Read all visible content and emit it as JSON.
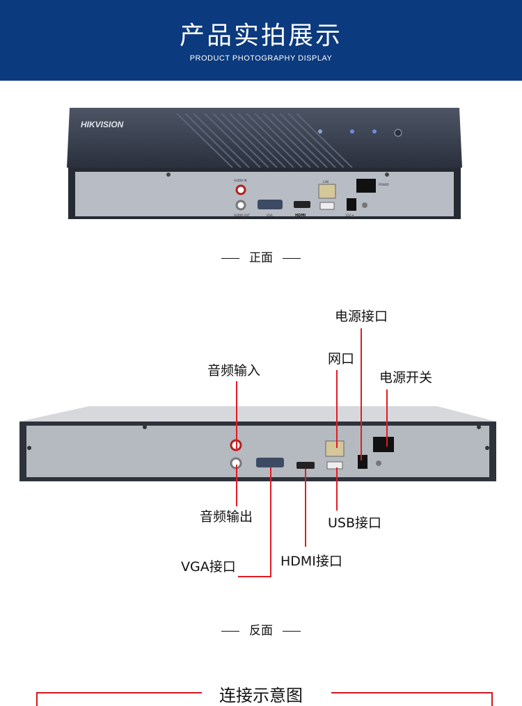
{
  "header": {
    "title": "产品实拍展示",
    "subtitle": "PRODUCT PHOTOGRAPHY DISPLAY"
  },
  "front_device": {
    "brand": "HIKVISION",
    "panel_labels": {
      "audio_in": "AUDIO IN",
      "audio_out": "AUDIO OUT",
      "vga": "VGA",
      "hdmi": "HDMI",
      "lan": "LAN",
      "dc": "12V ⎓",
      "power": "POWER"
    }
  },
  "captions": {
    "front": "正面",
    "back": "反面"
  },
  "callouts": {
    "power_port": "电源接口",
    "network_port": "网口",
    "power_switch": "电源开关",
    "audio_in": "音频输入",
    "audio_out": "音频输出",
    "usb_port": "USB接口",
    "hdmi_port": "HDMI接口",
    "vga_port": "VGA接口"
  },
  "diagram": {
    "title": "连接示意图"
  },
  "colors": {
    "header_bg": "#0b3a7e",
    "callout_line": "#e11b22"
  }
}
